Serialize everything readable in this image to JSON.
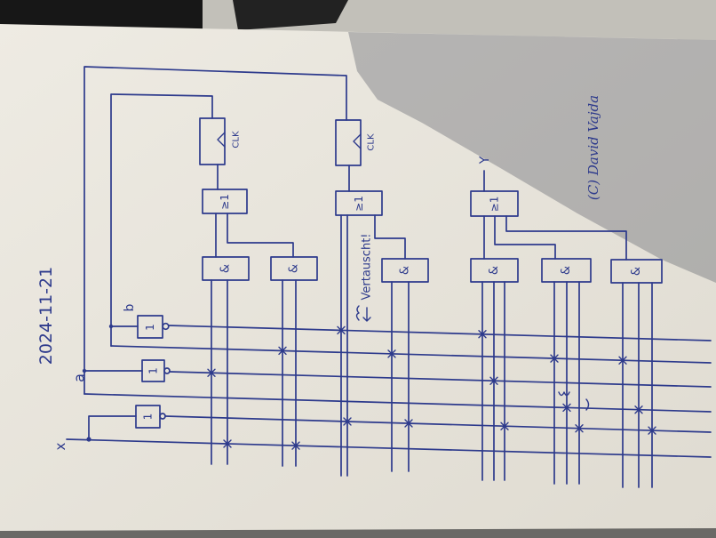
{
  "document": {
    "date": "2024-11-21",
    "note": "Vertauscht!",
    "copyright": "(C) David Vajda"
  },
  "signal_labels": {
    "x": "x",
    "a": "a",
    "b": "b",
    "y": "Y"
  },
  "flip_flops": [
    {
      "clock_label": "CLK"
    },
    {
      "clock_label": "CLK"
    }
  ],
  "or_gates": [
    {
      "symbol": "≥1"
    },
    {
      "symbol": "≥1"
    },
    {
      "symbol": "≥1"
    }
  ],
  "and_gates": [
    {
      "symbol": "&"
    },
    {
      "symbol": "&"
    },
    {
      "symbol": "&"
    },
    {
      "symbol": "&"
    },
    {
      "symbol": "&"
    },
    {
      "symbol": "&"
    }
  ],
  "inverters": [
    {
      "symbol": "1"
    },
    {
      "symbol": "1"
    },
    {
      "symbol": "1"
    }
  ],
  "colors": {
    "ink": "#2d3a8c",
    "paper_light": "#eeebe3",
    "paper_dark": "#dfdbd1",
    "shadow": "#5f616b",
    "desk": "#c2c0b9"
  }
}
